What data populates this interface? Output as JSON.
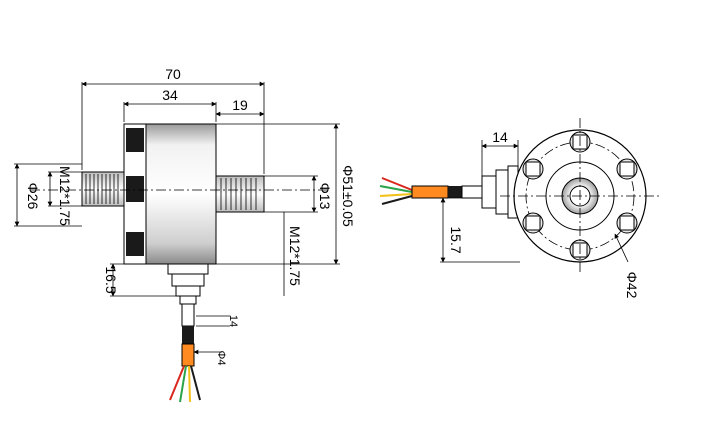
{
  "dimensions": {
    "overall_length": "70",
    "body_length": "34",
    "thread_right_length": "19",
    "thread_left": "M12*1.75",
    "thread_right": "M12*1.75",
    "diameter_left": "Φ26",
    "diameter_body": "Φ51±0.05",
    "diameter_right": "Φ13",
    "cable_offset": "16.5",
    "cable_gland": "14",
    "cable_diameter": "Φ4",
    "side_gland_length": "14",
    "side_gland_offset": "15.7",
    "bolt_circle": "Φ42"
  },
  "colors": {
    "line": "#000000",
    "cable_orange": "#ff8a1f",
    "wire_red": "#d9261c",
    "wire_green": "#2aa34a",
    "wire_yellow": "#f2c21b",
    "body_gray": "#d4d4d4",
    "dark": "#1a1a1a"
  }
}
